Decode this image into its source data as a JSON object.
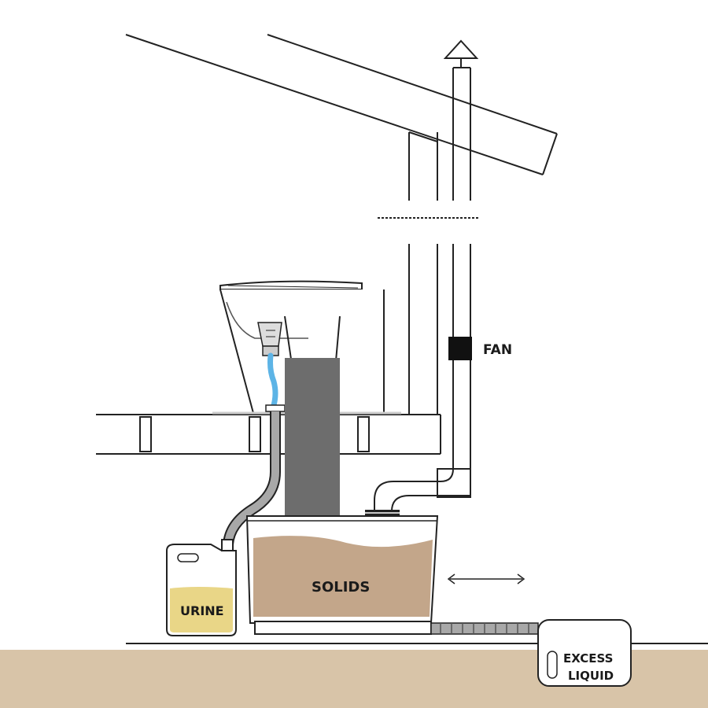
{
  "labels": {
    "fan": "FAN",
    "solids": "SOLIDS",
    "urine": "URINE",
    "excess_line1": "EXCESS",
    "excess_line2": "LIQUID"
  },
  "colors": {
    "ground": "#d8c4a8",
    "solids_fill": "#c3a68a",
    "urine_fill": "#e9d687",
    "urine_tube": "#5db4e6",
    "pipe_gray": "#a8a8a8",
    "chute": "#6d6d6d",
    "outline": "#222222"
  },
  "icons": {
    "vent_cap": "vent-cap-arrow-icon",
    "fan": "fan-block-icon",
    "slide": "double-arrow-icon"
  }
}
